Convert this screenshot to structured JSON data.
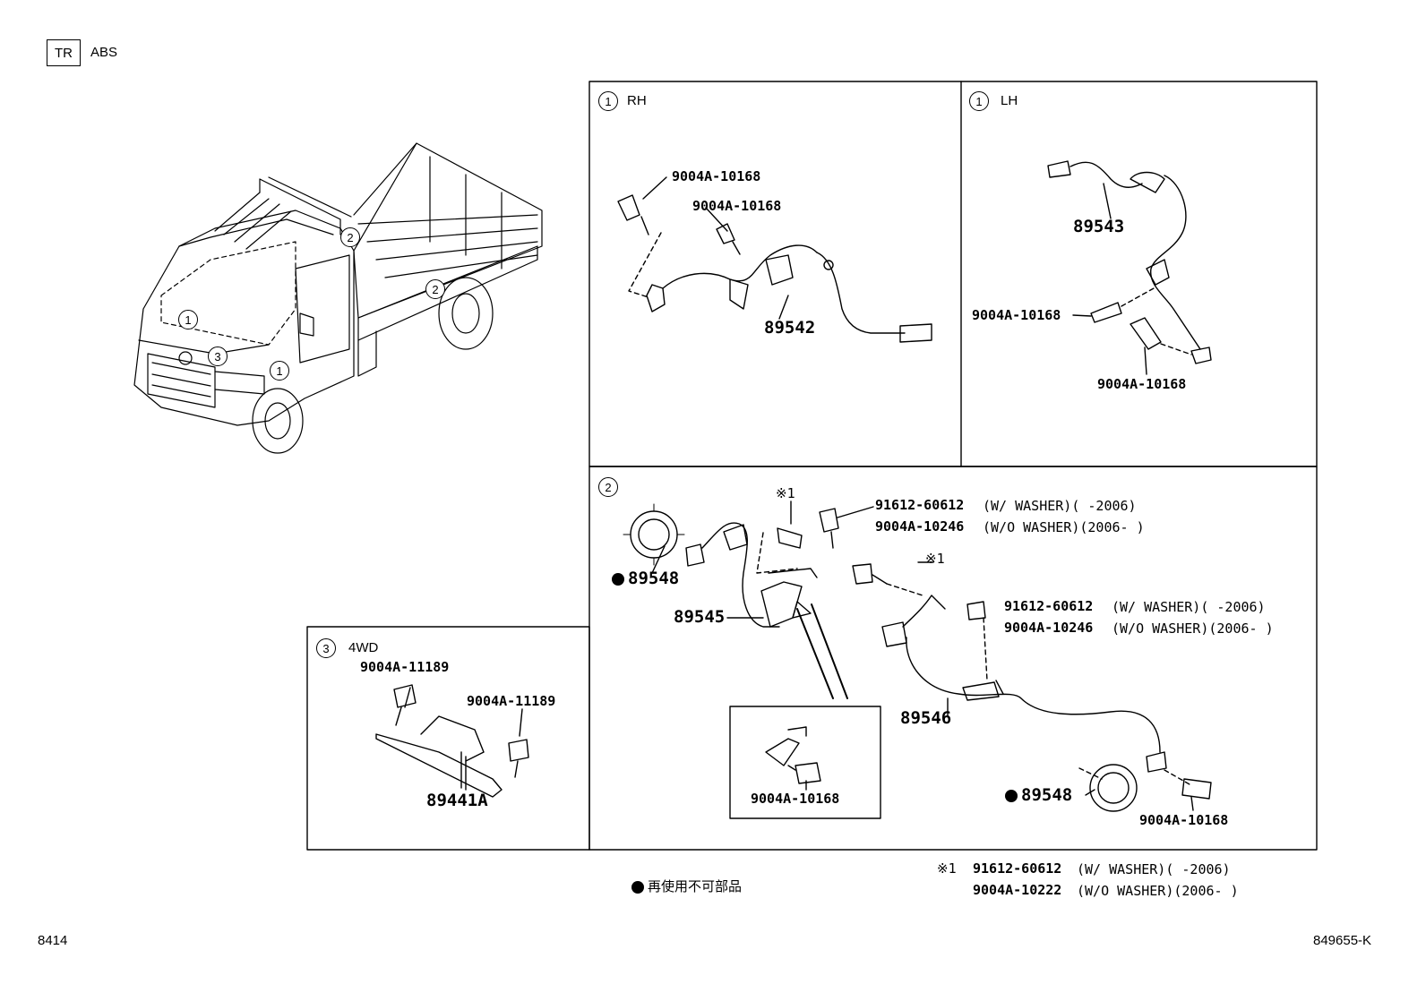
{
  "header": {
    "tag": "TR",
    "title": "ABS"
  },
  "callouts": {
    "front_sensor": "1",
    "rear_sensor": "2",
    "fourwd": "3"
  },
  "panel_rh": {
    "label": "RH",
    "bolt_a": "9004A-10168",
    "bolt_b": "9004A-10168",
    "sensor": "89542"
  },
  "panel_lh": {
    "label": "LH",
    "sensor": "89543",
    "bolt_a": "9004A-10168",
    "bolt_b": "9004A-10168"
  },
  "panel_rear": {
    "mark1": "※1",
    "mark1b": "※1",
    "rotor_left": "89548",
    "rotor_right": "89548",
    "sensor_left": "89545",
    "sensor_right": "89546",
    "bolt_top_a": "91612-60612",
    "bolt_top_a_note": "(W/ WASHER)(      -2006)",
    "bolt_top_b": "9004A-10246",
    "bolt_top_b_note": "(W/O WASHER)(2006-      )",
    "bolt_mid_a": "91612-60612",
    "bolt_mid_a_note": "(W/ WASHER)(      -2006)",
    "bolt_mid_b": "9004A-10246",
    "bolt_mid_b_note": "(W/O WASHER)(2006-      )",
    "detail_bolt": "9004A-10168",
    "bolt_right": "9004A-10168"
  },
  "panel_4wd": {
    "label": "4WD",
    "bolt_a": "9004A-11189",
    "bolt_b": "9004A-11189",
    "bracket": "89441A"
  },
  "legend": {
    "nonreusable": "再使用不可部品",
    "footnote_mark": "※1",
    "footnote_a": "91612-60612",
    "footnote_a_note": "(W/ WASHER)(      -2006)",
    "footnote_b": "9004A-10222",
    "footnote_b_note": "(W/O WASHER)(2006-      )"
  },
  "footer": {
    "left": "8414",
    "right": "849655-K"
  }
}
